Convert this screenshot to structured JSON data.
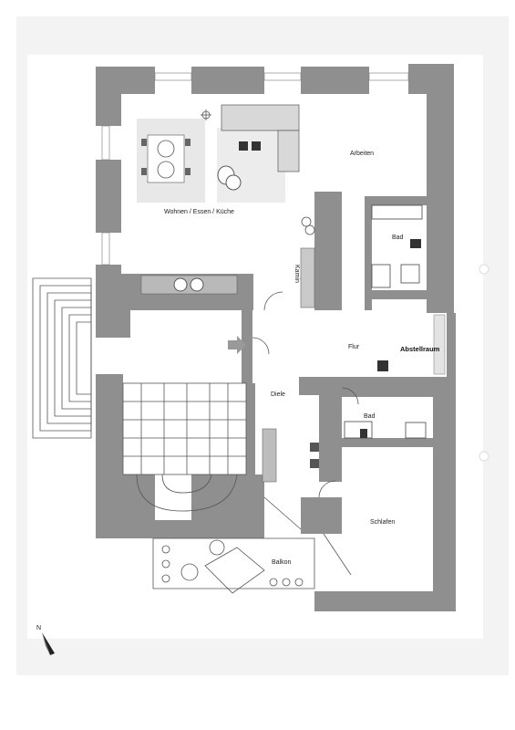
{
  "rooms": {
    "wohnen": "Wohnen / Essen / Küche",
    "arbeiten": "Arbeiten",
    "bad_top": "Bad",
    "kamin": "Kamin",
    "flur": "Flur",
    "abstellraum": "Abstellraum",
    "diele": "Diele",
    "bad_bottom": "Bad",
    "schlafen": "Schlafen",
    "balkon": "Balkon"
  },
  "compass": {
    "north": "N"
  },
  "colors": {
    "wall": "#8f8f8f",
    "paper": "#ffffff",
    "page_texture": "#eeeeee",
    "rug": "#ececec"
  }
}
